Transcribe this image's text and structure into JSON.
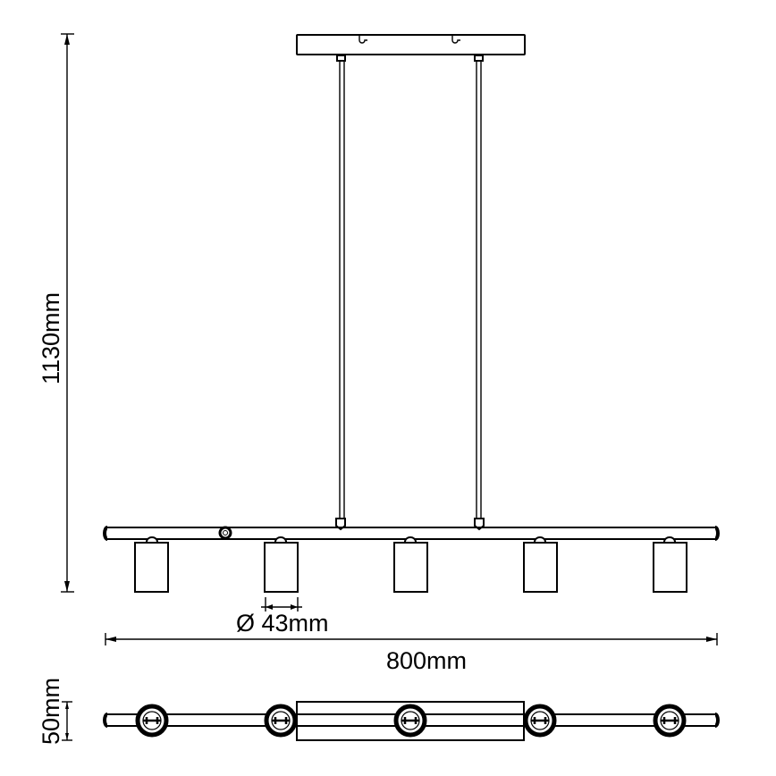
{
  "drawing": {
    "title": "Pendant light dimension drawing",
    "stroke_color": "#000000",
    "background": "#ffffff"
  },
  "dimensions": {
    "height": {
      "label": "1130mm",
      "value": 1130,
      "unit": "mm"
    },
    "width": {
      "label": "800mm",
      "value": 800,
      "unit": "mm"
    },
    "shade_diameter": {
      "label": "Ø 43mm",
      "value": 43,
      "unit": "mm"
    },
    "depth": {
      "label": "50mm",
      "value": 50,
      "unit": "mm"
    }
  },
  "components": {
    "canopy": "ceiling-canopy",
    "suspension_rods": 2,
    "spotlights": 5,
    "switch_knob": 1
  }
}
